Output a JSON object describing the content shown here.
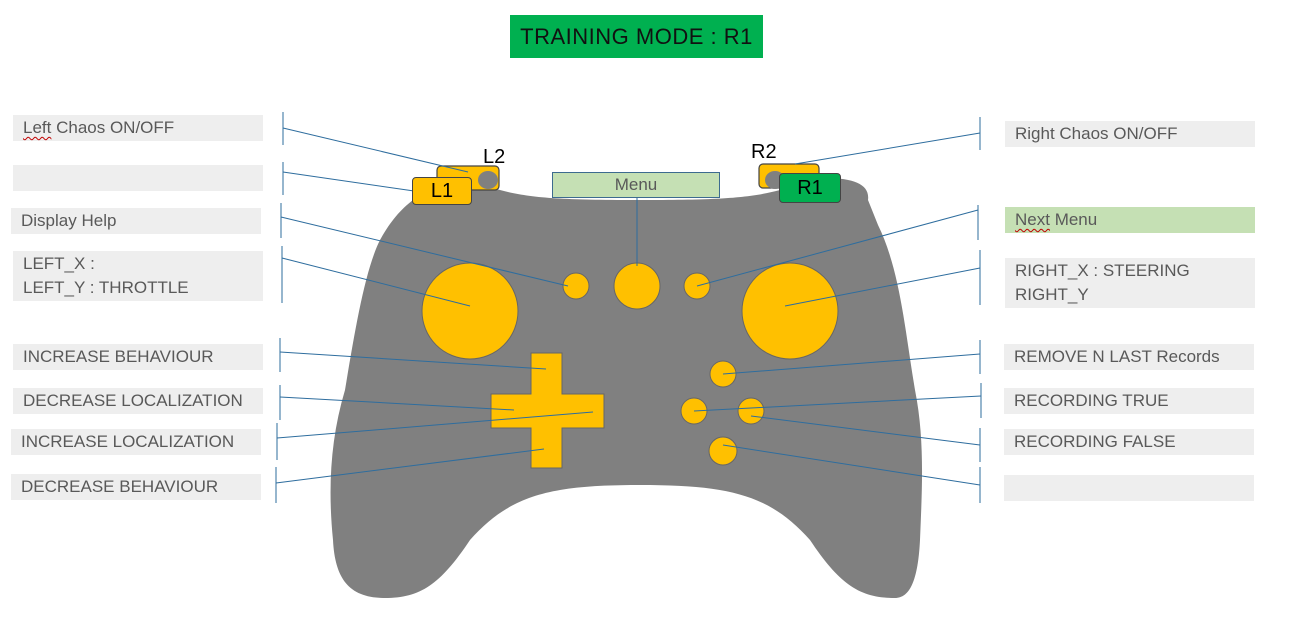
{
  "title": "TRAINING MODE : R1",
  "menu_label": "Menu",
  "shoulders": {
    "l2": "L2",
    "r2": "R2",
    "l1": "L1",
    "r1": "R1"
  },
  "left_labels": {
    "left_chaos": {
      "word": "Left",
      "rest": " Chaos ON/OFF"
    },
    "l1_action": "",
    "display_help": "Display Help",
    "left_x": "LEFT_X :",
    "left_y": "LEFT_Y : THROTTLE",
    "increase_behaviour": "INCREASE BEHAVIOUR",
    "decrease_localization": "DECREASE LOCALIZATION",
    "increase_localization": "INCREASE LOCALIZATION",
    "decrease_behaviour": "DECREASE BEHAVIOUR"
  },
  "right_labels": {
    "right_chaos": "Right Chaos ON/OFF",
    "next_menu": {
      "word": "Next",
      "rest": " Menu"
    },
    "right_x": "RIGHT_X : STEERING",
    "right_y": "RIGHT_Y",
    "remove_records": "REMOVE N LAST Records",
    "recording_true": "RECORDING TRUE",
    "recording_false": "RECORDING FALSE",
    "bottom_empty": ""
  },
  "colors": {
    "controller_body": "#808080",
    "button_fill": "#ffc000",
    "active_green": "#00b050",
    "label_bg": "#eeeeee",
    "active_label_bg": "#c5e0b4",
    "leader_line": "#2e6d9e"
  }
}
